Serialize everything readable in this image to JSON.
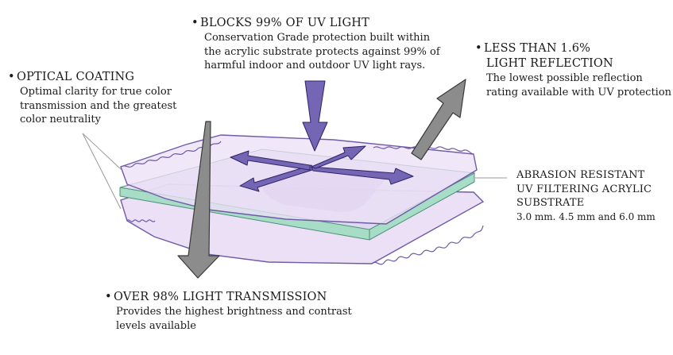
{
  "colors": {
    "coating_fill": "#ece0f6",
    "coating_stroke": "#6f5aa8",
    "substrate_top": "#d9d6ee",
    "substrate_edge": "#a7dcc6",
    "uv_arrow": "#7466b4",
    "grey_arrow": "#8c8c8c"
  },
  "bullet": "•",
  "callouts": {
    "uv": {
      "title": "BLOCKS 99% OF UV LIGHT",
      "lines": [
        "Conservation Grade protection built within",
        "the acrylic substrate protects against 99% of",
        "harmful indoor and outdoor UV light rays."
      ]
    },
    "reflection": {
      "title_lines": [
        "LESS THAN 1.6%",
        "LIGHT REFLECTION"
      ],
      "lines": [
        "The lowest possible reflection",
        "rating available with UV protection"
      ]
    },
    "coating": {
      "title": "OPTICAL COATING",
      "lines": [
        "Optimal clarity for true color",
        "transmission and the greatest",
        "color neutrality"
      ]
    },
    "substrate": {
      "title_lines": [
        "ABRASION RESISTANT",
        "UV FILTERING ACRYLIC",
        "SUBSTRATE"
      ],
      "detail": "3.0 mm. 4.5 mm and 6.0 mm"
    },
    "transmission": {
      "title": "OVER 98% LIGHT TRANSMISSION",
      "lines": [
        "Provides the highest brightness and contrast",
        "levels available"
      ]
    }
  }
}
